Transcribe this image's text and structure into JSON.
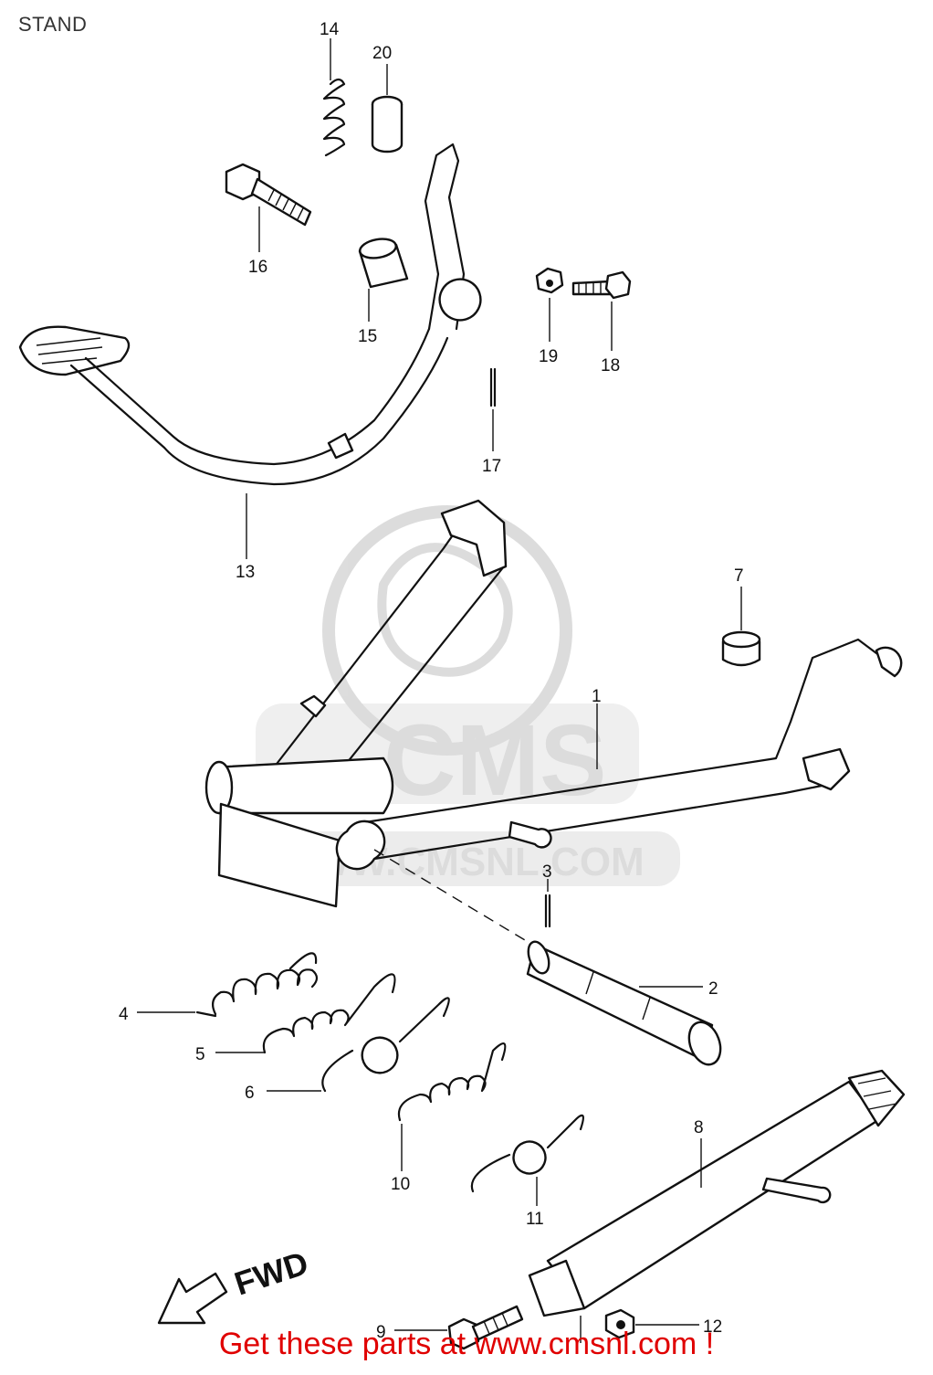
{
  "title": "STAND",
  "watermark": {
    "brand": "CMS",
    "site": "WWW.CMSNL.COM",
    "color": "#d9d9d9"
  },
  "fwd_label": "FWD",
  "footer": {
    "text": "Get these parts at www.cmsnl.com !",
    "color": "#e00000"
  },
  "callouts": [
    "1",
    "2",
    "3",
    "4",
    "5",
    "6",
    "7",
    "8",
    "9",
    "10",
    "11",
    "12",
    "13",
    "14",
    "15",
    "16",
    "17",
    "18",
    "19",
    "20"
  ]
}
